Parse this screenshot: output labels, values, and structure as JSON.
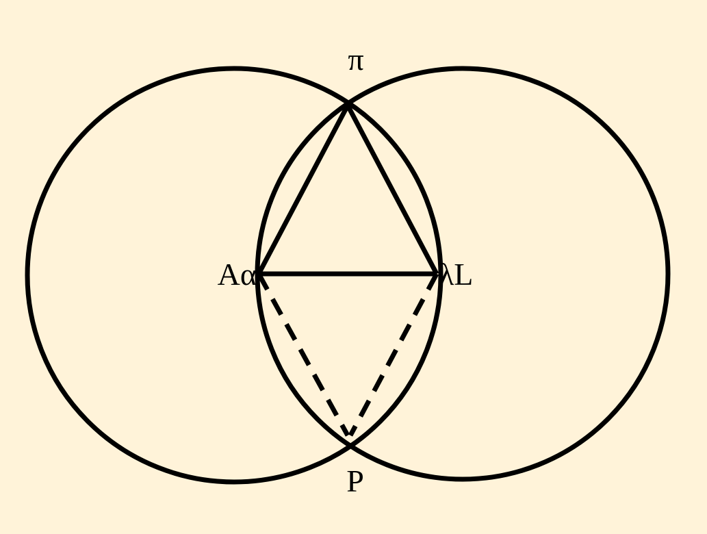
{
  "diagram": {
    "labels": {
      "top": "π",
      "left": "Aα",
      "right": "λL",
      "bottom": "P"
    },
    "colors": {
      "background": "#fff3d9",
      "stroke": "#000000"
    }
  }
}
